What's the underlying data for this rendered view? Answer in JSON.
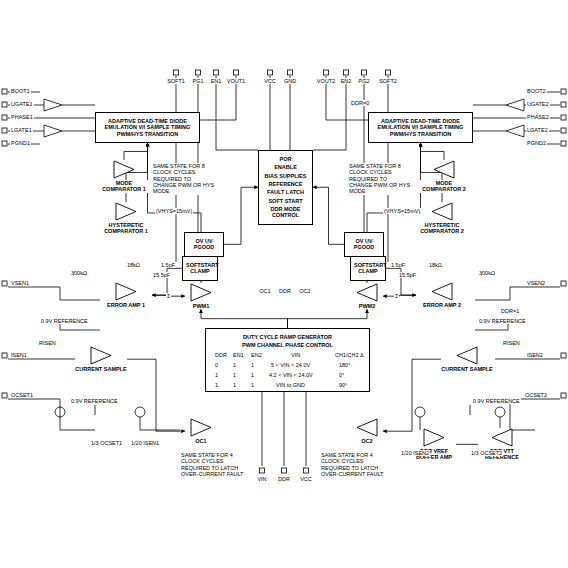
{
  "diagram": {
    "nodes": [
      {
        "text": [
          "ADAPTIVE DEAD-TIME DIODE EMULATION V/I SAMPLE TIMING PWM/HYS TRANSITION"
        ]
      },
      {
        "text": [
          "ADAPTIVE DEAD-TIME DIODE EMULATION V/I SAMPLE TIMING PWM/HYS TRANSITION"
        ]
      },
      {
        "text": [
          "POR",
          "ENABLE",
          "BIAS SUPPLIES",
          "REFERENCE",
          "FAULT LATCH",
          "SOFT START",
          "DDR MODE CONTROL"
        ]
      },
      {
        "text": [
          "MODE COMPARATOR 1"
        ]
      },
      {
        "text": [
          "MODE COMPARATOR 2"
        ]
      },
      {
        "text": [
          "HYSTERETIC COMPARATOR 1"
        ]
      },
      {
        "text": [
          "HYSTERETIC COMPARATOR 2"
        ]
      },
      {
        "text": [
          "OV UV PGOOD"
        ]
      },
      {
        "text": [
          "OV UV PGOOD"
        ]
      },
      {
        "text": [
          "SOFTSTART CLAMP"
        ]
      },
      {
        "text": [
          "SOFTSTART CLAMP"
        ]
      },
      {
        "text": [
          "ERROR AMP 1"
        ]
      },
      {
        "text": [
          "ERROR AMP 2"
        ]
      },
      {
        "text": [
          "PWM1"
        ]
      },
      {
        "text": [
          "PWM2"
        ]
      },
      {
        "text": [
          "DUTY CYCLE RAMP GENERATOR",
          "PWM CHANNEL PHASE CONTROL"
        ]
      },
      {
        "text": [
          "CURRENT SAMPLE"
        ]
      },
      {
        "text": [
          "CURRENT SAMPLE"
        ]
      },
      {
        "text": [
          "OC1"
        ]
      },
      {
        "text": [
          "OC2"
        ]
      },
      {
        "text": [
          "DDR VREF BUFFER AMP"
        ]
      },
      {
        "text": [
          "DDR VTT REFERENCE"
        ]
      }
    ],
    "edges": [
      {
        "from": 3,
        "to": 0,
        "arrow": "to"
      },
      {
        "from": 5,
        "to": 0,
        "arrow": "to"
      },
      {
        "from": 13,
        "to": 0,
        "arrow": "to"
      },
      {
        "from": 11,
        "to": 13,
        "arrow": "to"
      },
      {
        "from": 9,
        "to": 11,
        "arrow": "to"
      },
      {
        "from": 7,
        "to": 2,
        "arrow": "to"
      },
      {
        "from": 4,
        "to": 1,
        "arrow": "to"
      },
      {
        "from": 6,
        "to": 1,
        "arrow": "to"
      },
      {
        "from": 14,
        "to": 1,
        "arrow": "to"
      },
      {
        "from": 12,
        "to": 14,
        "arrow": "to"
      },
      {
        "from": 10,
        "to": 12,
        "arrow": "to"
      },
      {
        "from": 8,
        "to": 2,
        "arrow": "to"
      },
      {
        "from": 15,
        "to": 13,
        "arrow": "to"
      },
      {
        "from": 15,
        "to": 14,
        "arrow": "to"
      },
      {
        "from": 16,
        "to": 18,
        "arrow": "to"
      },
      {
        "from": 17,
        "to": 19,
        "arrow": "to"
      },
      {
        "from": 20,
        "to": 21,
        "arrow": "none"
      }
    ],
    "labels": [
      "BOOT1",
      "UGATE1",
      "PHASE1",
      "LGATE1",
      "PGND1",
      "BOOT2",
      "UGATE2",
      "PHASE2",
      "LGATE2",
      "PGND2",
      "SOFT1",
      "PG1",
      "EN1",
      "VOUT1",
      "VCC",
      "GND",
      "VOUT2",
      "EN2",
      "PG2",
      "SOFT2",
      "VSEN1",
      "ISEN1",
      "OCSET1",
      "VSEN2",
      "ISEN2",
      "OCSET2",
      "VIN",
      "DDR",
      "VCC",
      "SAME STATE FOR 8 CLOCK CYCLES REQUIRED TO CHANGE PWM OR HYS MODE",
      "SAME STATE FOR 8 CLOCK CYCLES REQUIRED TO CHANGE PWM OR HYS MODE",
      "(VHYS=15mV)",
      "(VHYS=15mV)",
      "18kΩ",
      "15.5pF",
      "1.5pF",
      "300kΩ",
      "18kΩ",
      "15.5pF",
      "1.5pF",
      "300kΩ",
      "0.9V REFERENCE",
      "0.9V REFERENCE",
      "Σ",
      "Σ",
      "DDR",
      "EN1",
      "EN2",
      "VIN",
      "CH1/CH2 Δ",
      "0",
      "1",
      "1",
      "5 < VIN < 24.0V",
      "180°",
      "1",
      "1",
      "1",
      "4.2 < VIN < 24.0V",
      "0°",
      "1",
      "1",
      "1",
      "VIN to GND",
      "90°",
      "RISEN",
      "RISEN",
      "0.9V REFERENCE",
      "0.9V REFERENCE",
      "1/3 OCSET1",
      "1/20 ISEN1",
      "1/20 ISEN2",
      "1/3 OCSET2",
      "SAME STATE FOR 4 CLOCK CYCLES REQUIRED TO LATCH OVER-CURRENT FAULT",
      "SAME STATE FOR 4 CLOCK CYCLES REQUIRED TO LATCH OVER-CURRENT FAULT",
      "OC1",
      "DDR",
      "OC2",
      "DDR=0",
      "DDR=1"
    ]
  }
}
